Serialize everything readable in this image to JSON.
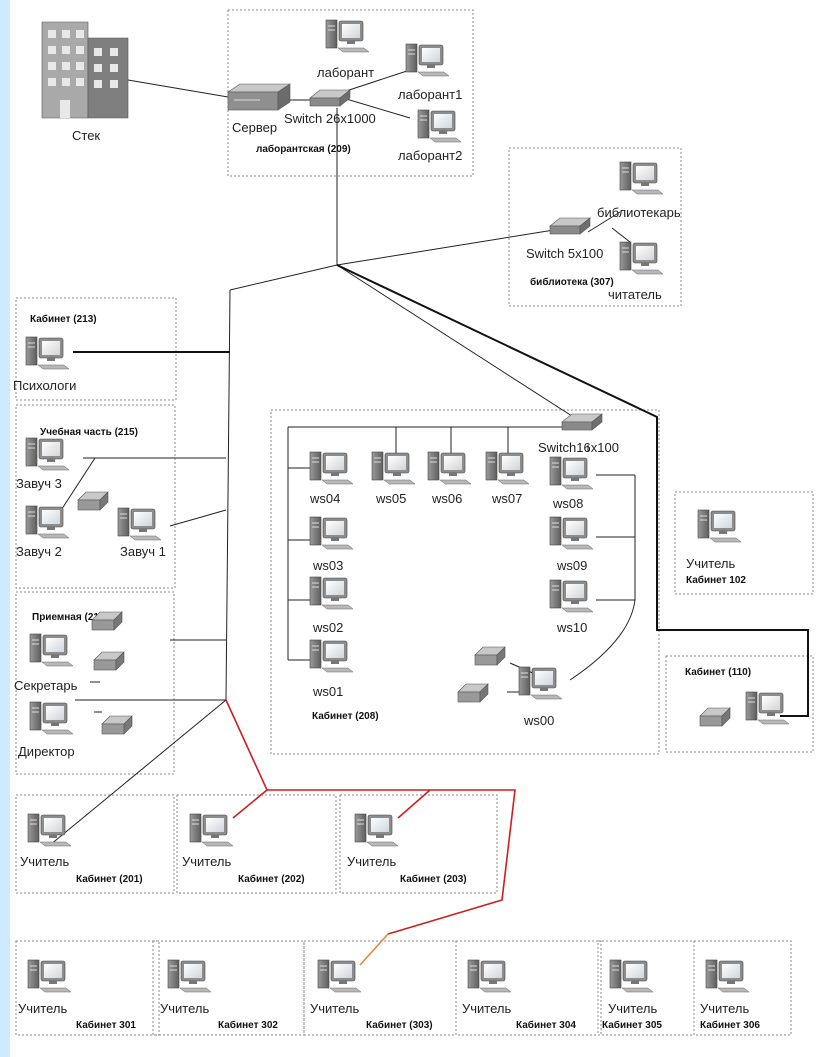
{
  "building": {
    "label": "Стек"
  },
  "lab": {
    "server": "Сервер",
    "switch": "Switch 26x1000",
    "room": "лаборантская (209)",
    "pcs": [
      "лаборант",
      "лаборант1",
      "лаборант2"
    ]
  },
  "library": {
    "switch": "Switch 5x100",
    "room": "библиотека (307)",
    "pcs": [
      "библиотекарь",
      "читатель"
    ]
  },
  "cab213": {
    "title": "Кабинет (213)",
    "pc": "Психологи"
  },
  "cab215": {
    "title": "Учебная часть (215)",
    "pcs": [
      "Завуч 3",
      "Завуч 2",
      "Завуч 1"
    ]
  },
  "cab216": {
    "title": "Приемная (216)",
    "pcs": [
      "Секретарь",
      "Директор"
    ]
  },
  "cab208": {
    "switch": "Switch16x100",
    "room": "Кабинет (208)",
    "ws": [
      "ws04",
      "ws05",
      "ws06",
      "ws07",
      "ws08",
      "ws03",
      "ws09",
      "ws02",
      "ws10",
      "ws01",
      "ws00"
    ]
  },
  "cab102": {
    "pc": "Учитель",
    "room": "Кабинет 102"
  },
  "cab110": {
    "title": "Кабинет (110)"
  },
  "floor2": [
    {
      "pc": "Учитель",
      "room": "Кабинет (201)"
    },
    {
      "pc": "Учитель",
      "room": "Кабинет (202)"
    },
    {
      "pc": "Учитель",
      "room": "Кабинет (203)"
    }
  ],
  "floor3": [
    {
      "pc": "Учитель",
      "room": "Кабинет 301"
    },
    {
      "pc": "Учитель",
      "room": "Кабинет 302"
    },
    {
      "pc": "Учитель",
      "room": "Кабинет (303)"
    },
    {
      "pc": "Учитель",
      "room": "Кабинет 304"
    },
    {
      "pc": "Учитель",
      "room": "Кабинет 305"
    },
    {
      "pc": "Учитель",
      "room": "Кабинет 306"
    }
  ],
  "colors": {
    "page_bg": "#cfe9ff",
    "link": "#222222",
    "red_link": "#cc1f1f",
    "orange_link": "#e08a3a"
  }
}
